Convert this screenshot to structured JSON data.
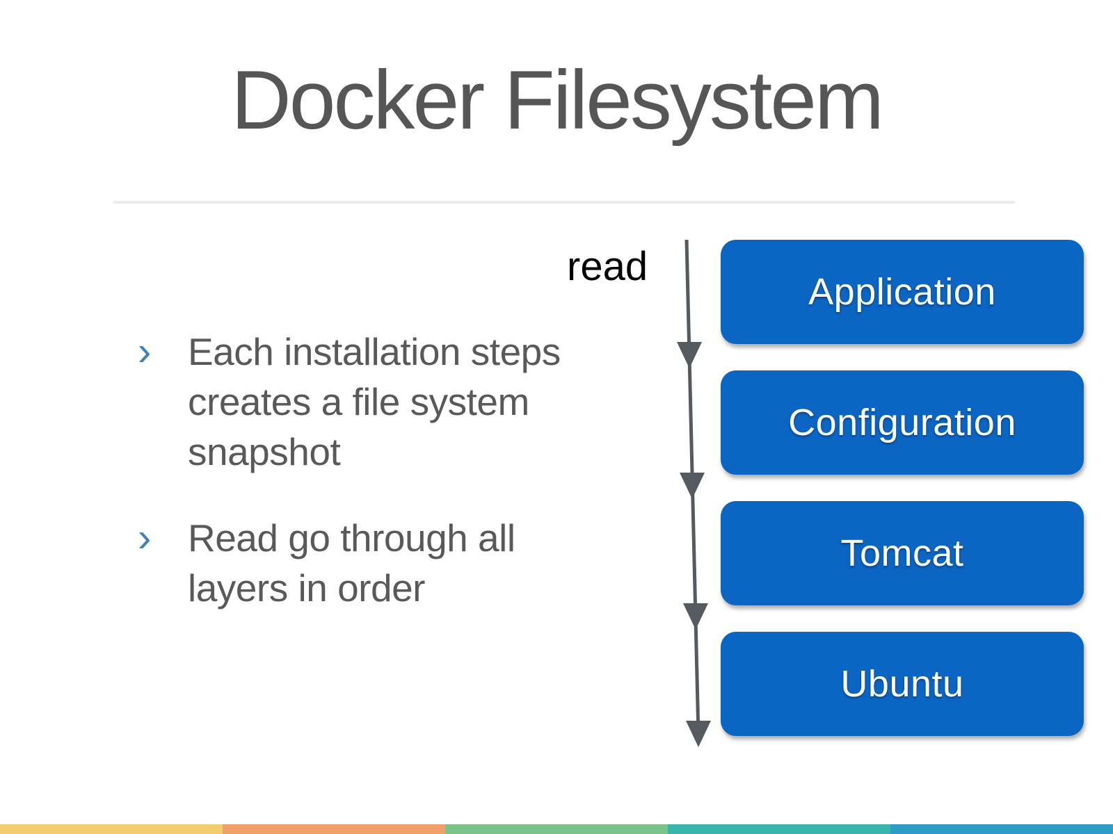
{
  "slide": {
    "title": "Docker Filesystem",
    "bullet_marker": "›",
    "bullets": [
      {
        "text": "Each installation steps creates a file system snapshot"
      },
      {
        "text": "Read go through all layers in order"
      }
    ],
    "diagram": {
      "arrow_label": "read",
      "arrow_direction": "down",
      "layers": [
        {
          "label": "Application"
        },
        {
          "label": "Configuration"
        },
        {
          "label": "Tomcat"
        },
        {
          "label": "Ubuntu"
        }
      ]
    },
    "colors": {
      "title_text": "#565656",
      "body_text": "#595959",
      "bullet_marker": "#4182b4",
      "read_label": "#000000",
      "layer_box": "#0b65c2",
      "arrow": "#555a60",
      "divider": "#ececec"
    },
    "footer_stripe": [
      "#F2CD6E",
      "#EFA169",
      "#7AC48A",
      "#38B6AE",
      "#2F9CC8"
    ]
  }
}
